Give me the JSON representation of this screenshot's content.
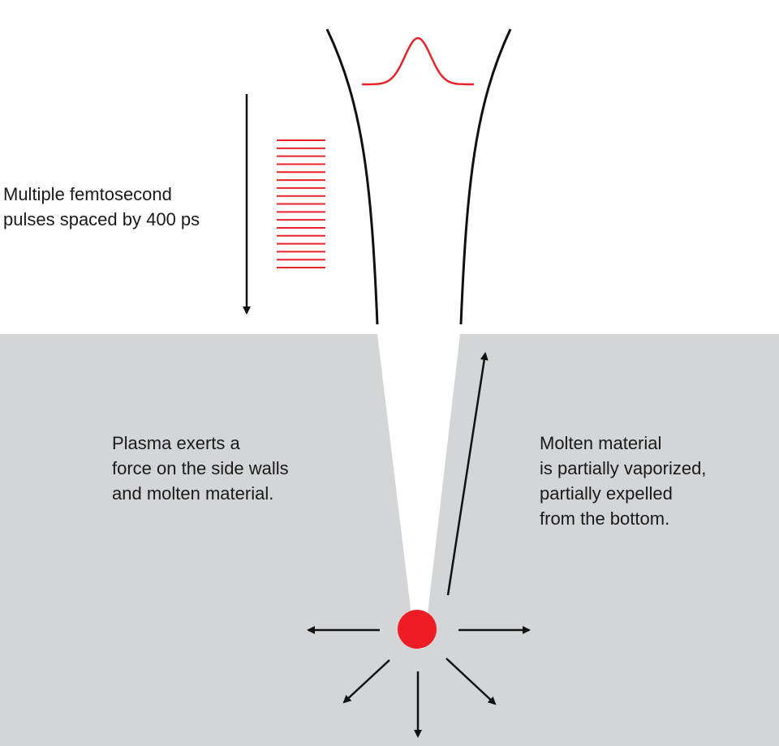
{
  "labels": {
    "pulses": {
      "line1": "Multiple femtosecond",
      "line2": "pulses spaced by 400 ps"
    },
    "plasma": {
      "line1": "Plasma exerts a",
      "line2": "force on the side walls",
      "line3": "and molten material."
    },
    "molten": {
      "line1": "Molten material",
      "line2": "is partially vaporized,",
      "line3": "partially expelled",
      "line4": "from the bottom."
    }
  },
  "colors": {
    "material": "#d4d5d7",
    "pulse": "#e8232a",
    "plasma": "#ee1c25",
    "stroke": "#111111",
    "background": "#ffffff"
  },
  "pulse_train": {
    "line_count": 17
  }
}
